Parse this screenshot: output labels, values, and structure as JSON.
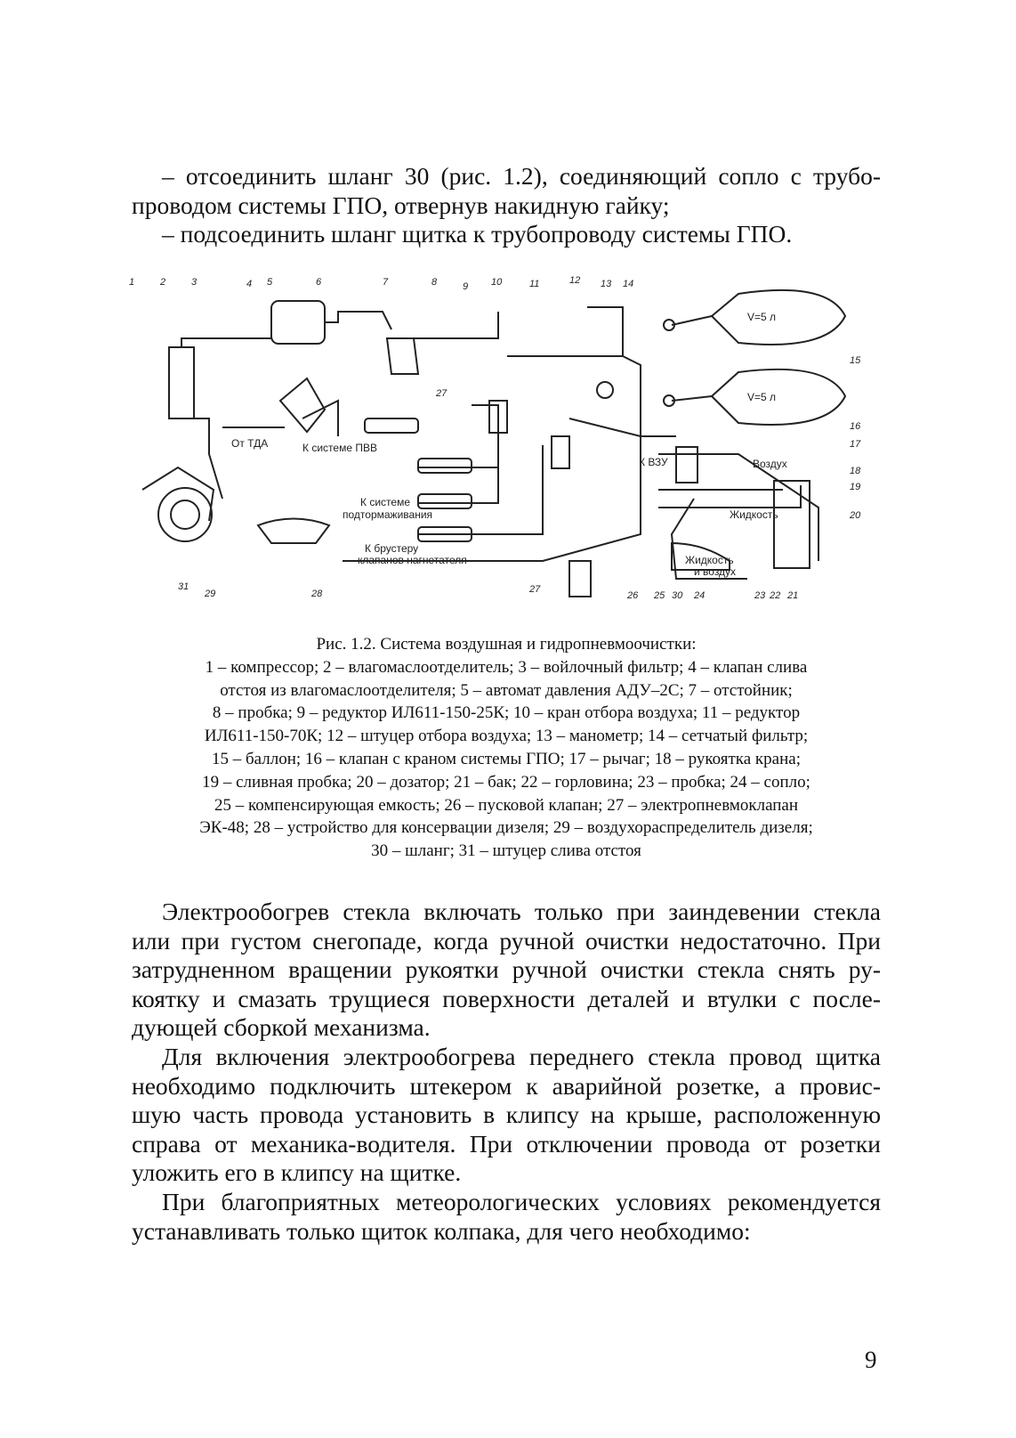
{
  "top_paragraph": {
    "line1": "– отсоединить шланг 30 (рис. 1.2), соединяющий сопло с трубо-",
    "line2": "проводом системы ГПО, отвернув накидную гайку;",
    "line3": "– подсоединить шланг щитка к трубопроводу системы ГПО."
  },
  "figure": {
    "labels": {
      "v1": "V=5 л",
      "v2": "V=5 л",
      "ot_tda": "От ТДА",
      "k_pvv": "К системе ПВВ",
      "k_vzu": "К ВЗУ",
      "vozdukh": "Воздух",
      "k_podtorm_1": "К системе",
      "k_podtorm_2": "подтормаживания",
      "zhidkost": "Жидкость",
      "k_bruster_1": "К брустеру",
      "k_bruster_2": "клапанов нагнетателя",
      "zh_vozd_1": "Жидкость",
      "zh_vozd_2": "и воздух"
    },
    "numbers": [
      "1",
      "2",
      "3",
      "4",
      "5",
      "6",
      "7",
      "8",
      "9",
      "10",
      "11",
      "12",
      "13",
      "14",
      "15",
      "16",
      "17",
      "18",
      "19",
      "20",
      "21",
      "22",
      "23",
      "24",
      "25",
      "26",
      "27",
      "27",
      "28",
      "29",
      "30",
      "31"
    ]
  },
  "caption": {
    "title": "Рис. 1.2. Система воздушная и гидропневмоочистки:",
    "lines": [
      "1 – компрессор; 2 – влагомаслоотделитель; 3 – войлочный фильтр; 4 – клапан слива",
      "отстоя из влагомаслоотделителя; 5 – автомат давления АДУ–2С; 7 – отстойник;",
      "8 – пробка; 9 – редуктор ИЛ611-150-25К; 10 – кран отбора воздуха; 11 – редуктор",
      "ИЛ611-150-70К; 12 – штуцер отбора воздуха; 13 – манометр; 14 – сетчатый фильтр;",
      "15 – баллон; 16 – клапан с краном системы ГПО; 17 – рычаг; 18 – рукоятка крана;",
      "19 – сливная пробка; 20 – дозатор; 21 – бак; 22 – горловина; 23 – пробка; 24 – сопло;",
      "25 – компенсирующая емкость; 26 – пусковой клапан; 27 – электропневмоклапан",
      "ЭК-48; 28 – устройство для консервации дизеля; 29 – воздухораспределитель дизеля;",
      "30 – шланг; 31 – штуцер слива отстоя"
    ]
  },
  "body_paragraphs": [
    [
      "Электрообогрев стекла включать только при заиндевении стекла",
      "или при густом снегопаде, когда ручной очистки недостаточно. При",
      "затрудненном вращении рукоятки ручной очистки стекла снять ру-",
      "коятку и смазать трущиеся поверхности деталей и втулки с после-",
      "дующей сборкой механизма."
    ],
    [
      "Для включения электрообогрева переднего стекла провод щитка",
      "необходимо подключить штекером к аварийной розетке, а провис-",
      "шую часть провода установить в клипсу на крыше, расположенную",
      "справа от механика-водителя. При отключении провода от розетки",
      "уложить его в клипсу на щитке."
    ],
    [
      "При благоприятных метеорологических условиях рекомендуется",
      "устанавливать только щиток колпака, для чего необходимо:"
    ]
  ],
  "page_number": "9"
}
